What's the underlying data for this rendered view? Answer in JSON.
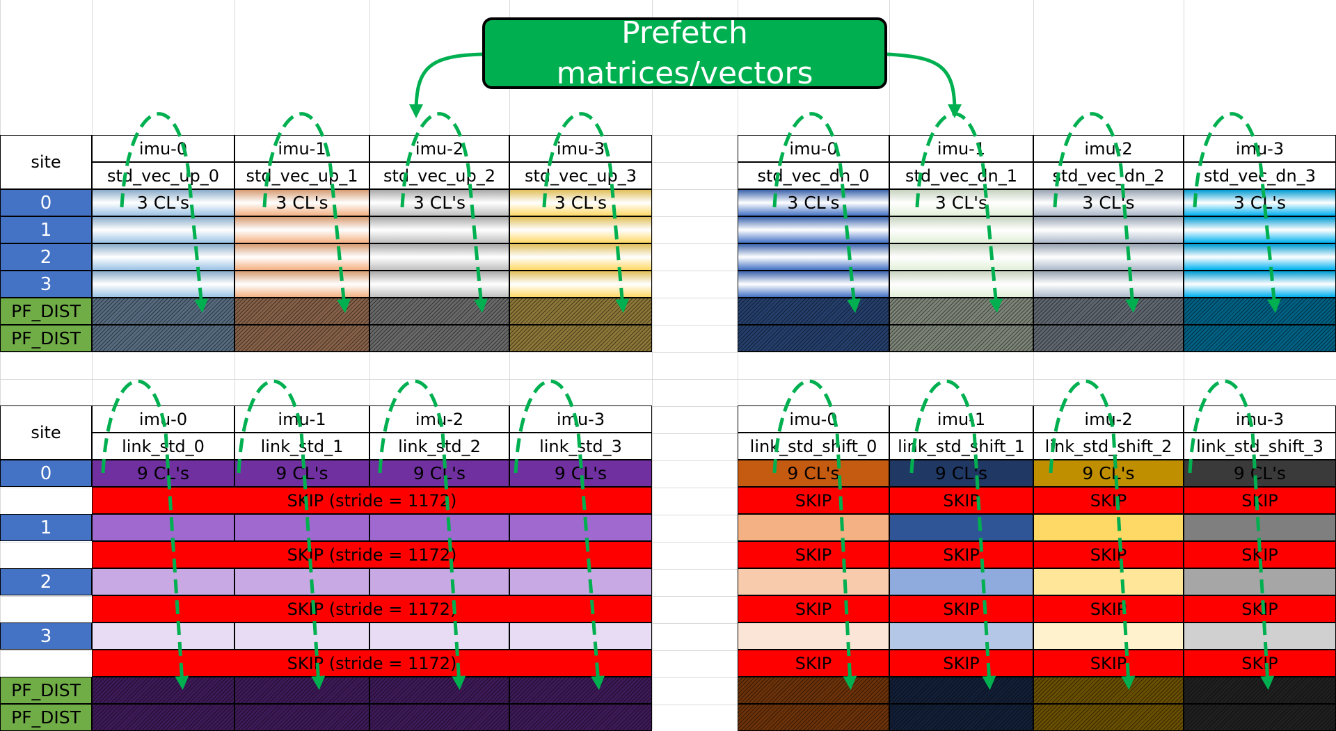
{
  "title": {
    "line1": "Prefetch",
    "line2": "matrices/vectors"
  },
  "site_label": "site",
  "pf_dist_label": "PF_DIST",
  "imu_labels": [
    "imu-0",
    "imu-1",
    "imu-2",
    "imu-3"
  ],
  "row_labels": [
    "0",
    "1",
    "2",
    "3"
  ],
  "panels": {
    "top_left": {
      "vectors": [
        "std_vec_up_0",
        "std_vec_up_1",
        "std_vec_up_2",
        "std_vec_up_3"
      ],
      "cl_text": "3 CL's",
      "colors": [
        "#9dc3e6",
        "#f4b183",
        "#bfbfbf",
        "#ffd966"
      ]
    },
    "top_right": {
      "vectors": [
        "std_vec_dn_0",
        "std_vec_dn_1",
        "std_vec_dn_2",
        "std_vec_dn_3"
      ],
      "cl_text": "3 CL's",
      "colors": [
        "#4472c4",
        "#e2f0d9",
        "#acb9ca",
        "#00b0f0"
      ]
    },
    "bottom_left": {
      "vectors": [
        "link_std_0",
        "link_std_1",
        "link_std_2",
        "link_std_3"
      ],
      "cl_text": "9 CL's",
      "skip_text": "SKIP (stride = 1172)",
      "colors": [
        "#7030a0",
        "#a069d0",
        "#c9a9e4",
        "#e8dcf4"
      ]
    },
    "bottom_right": {
      "vectors": [
        "link_std_shift_0",
        "link_std_shift_1",
        "link_std_shift_2",
        "link_std_shift_3"
      ],
      "cl_text": "9 CL's",
      "skip_text": "SKIP",
      "columns": [
        [
          "#c55a11",
          "#f4b183",
          "#f8cbad",
          "#fbe5d6"
        ],
        [
          "#203864",
          "#2f5597",
          "#8faadc",
          "#b4c7e7"
        ],
        [
          "#bf8f00",
          "#ffd966",
          "#ffe699",
          "#fff2cc"
        ],
        [
          "#3a3a3a",
          "#7f7f7f",
          "#a6a6a6",
          "#d0d0d0"
        ]
      ]
    }
  },
  "colors": {
    "site_bg": "#4472c4",
    "pf_dist_bg": "#70ad47",
    "skip_bg": "#ff0000",
    "arrow": "#00b050",
    "title_bg": "#00b050"
  }
}
